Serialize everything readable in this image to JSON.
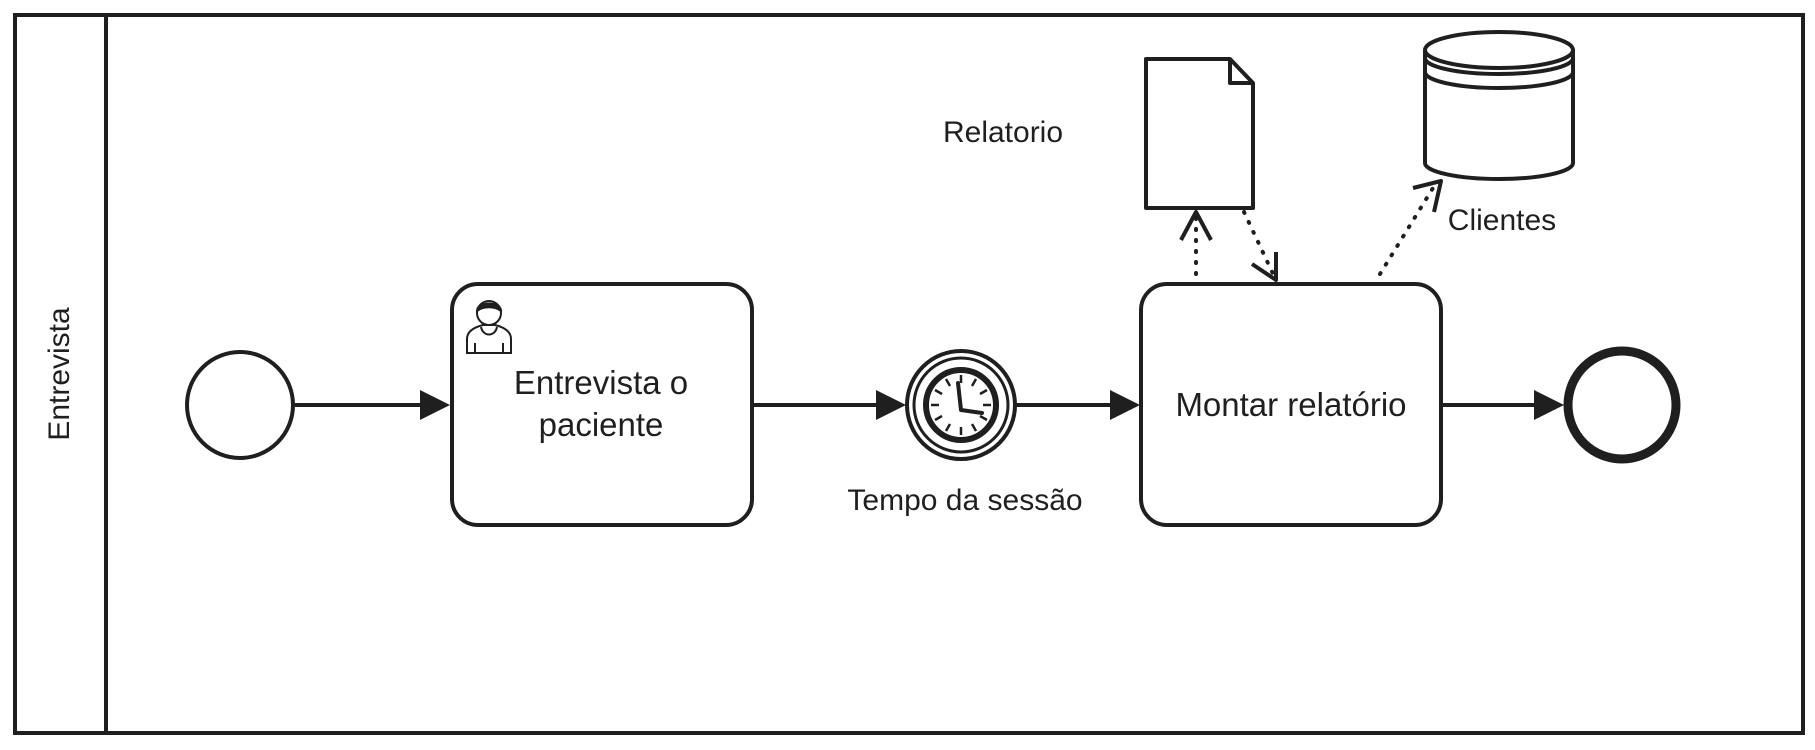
{
  "pool": {
    "lane_label": "Entrevista"
  },
  "events": {
    "start": {
      "type": "start-event"
    },
    "timer": {
      "type": "intermediate-timer-event",
      "label": "Tempo da sessão"
    },
    "end": {
      "type": "end-event"
    }
  },
  "tasks": {
    "interview": {
      "type": "user-task",
      "label_line1": "Entrevista o",
      "label_line2": "paciente",
      "icon": "user-icon"
    },
    "report": {
      "type": "task",
      "label": "Montar relatório"
    }
  },
  "artifacts": {
    "document": {
      "type": "data-object",
      "label": "Relatorio",
      "icon": "document-icon"
    },
    "store": {
      "type": "data-store",
      "label": "Clientes",
      "icon": "database-icon"
    }
  },
  "colors": {
    "stroke": "#1f1f1f",
    "background": "#ffffff"
  }
}
